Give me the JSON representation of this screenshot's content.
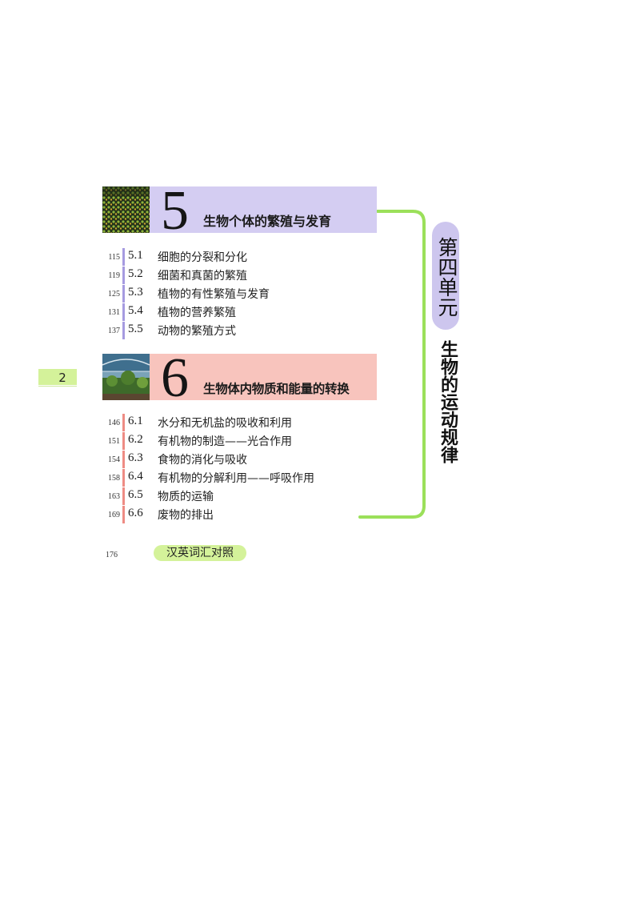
{
  "page_number": "2",
  "unit": {
    "number_label": "第四单元",
    "title": "生物的运动规律"
  },
  "chapters": [
    {
      "number": "5",
      "title": "生物个体的繁殖与发育",
      "photo_icon": "plant-field-photo",
      "color": "#d4cdf2",
      "sections": [
        {
          "page": "115",
          "num": "5.1",
          "title": "细胞的分裂和分化"
        },
        {
          "page": "119",
          "num": "5.2",
          "title": "细菌和真菌的繁殖"
        },
        {
          "page": "125",
          "num": "5.3",
          "title": "植物的有性繁殖与发育"
        },
        {
          "page": "131",
          "num": "5.4",
          "title": "植物的营养繁殖"
        },
        {
          "page": "137",
          "num": "5.5",
          "title": "动物的繁殖方式"
        }
      ]
    },
    {
      "number": "6",
      "title": "生物体内物质和能量的转换",
      "photo_icon": "greenhouse-photo",
      "color": "#f8c4bd",
      "sections": [
        {
          "page": "146",
          "num": "6.1",
          "title": "水分和无机盐的吸收和利用"
        },
        {
          "page": "151",
          "num": "6.2",
          "title": "有机物的制造——光合作用"
        },
        {
          "page": "154",
          "num": "6.3",
          "title": "食物的消化与吸收"
        },
        {
          "page": "158",
          "num": "6.4",
          "title": "有机物的分解利用——呼吸作用"
        },
        {
          "page": "163",
          "num": "6.5",
          "title": "物质的运输"
        },
        {
          "page": "169",
          "num": "6.6",
          "title": "废物的排出"
        }
      ]
    }
  ],
  "appendix": {
    "page": "176",
    "title": "汉英词汇对照"
  },
  "colors": {
    "accent_green": "#9be05a",
    "tab_green": "#d4f29a",
    "unit_purple": "#cdc6ee"
  }
}
